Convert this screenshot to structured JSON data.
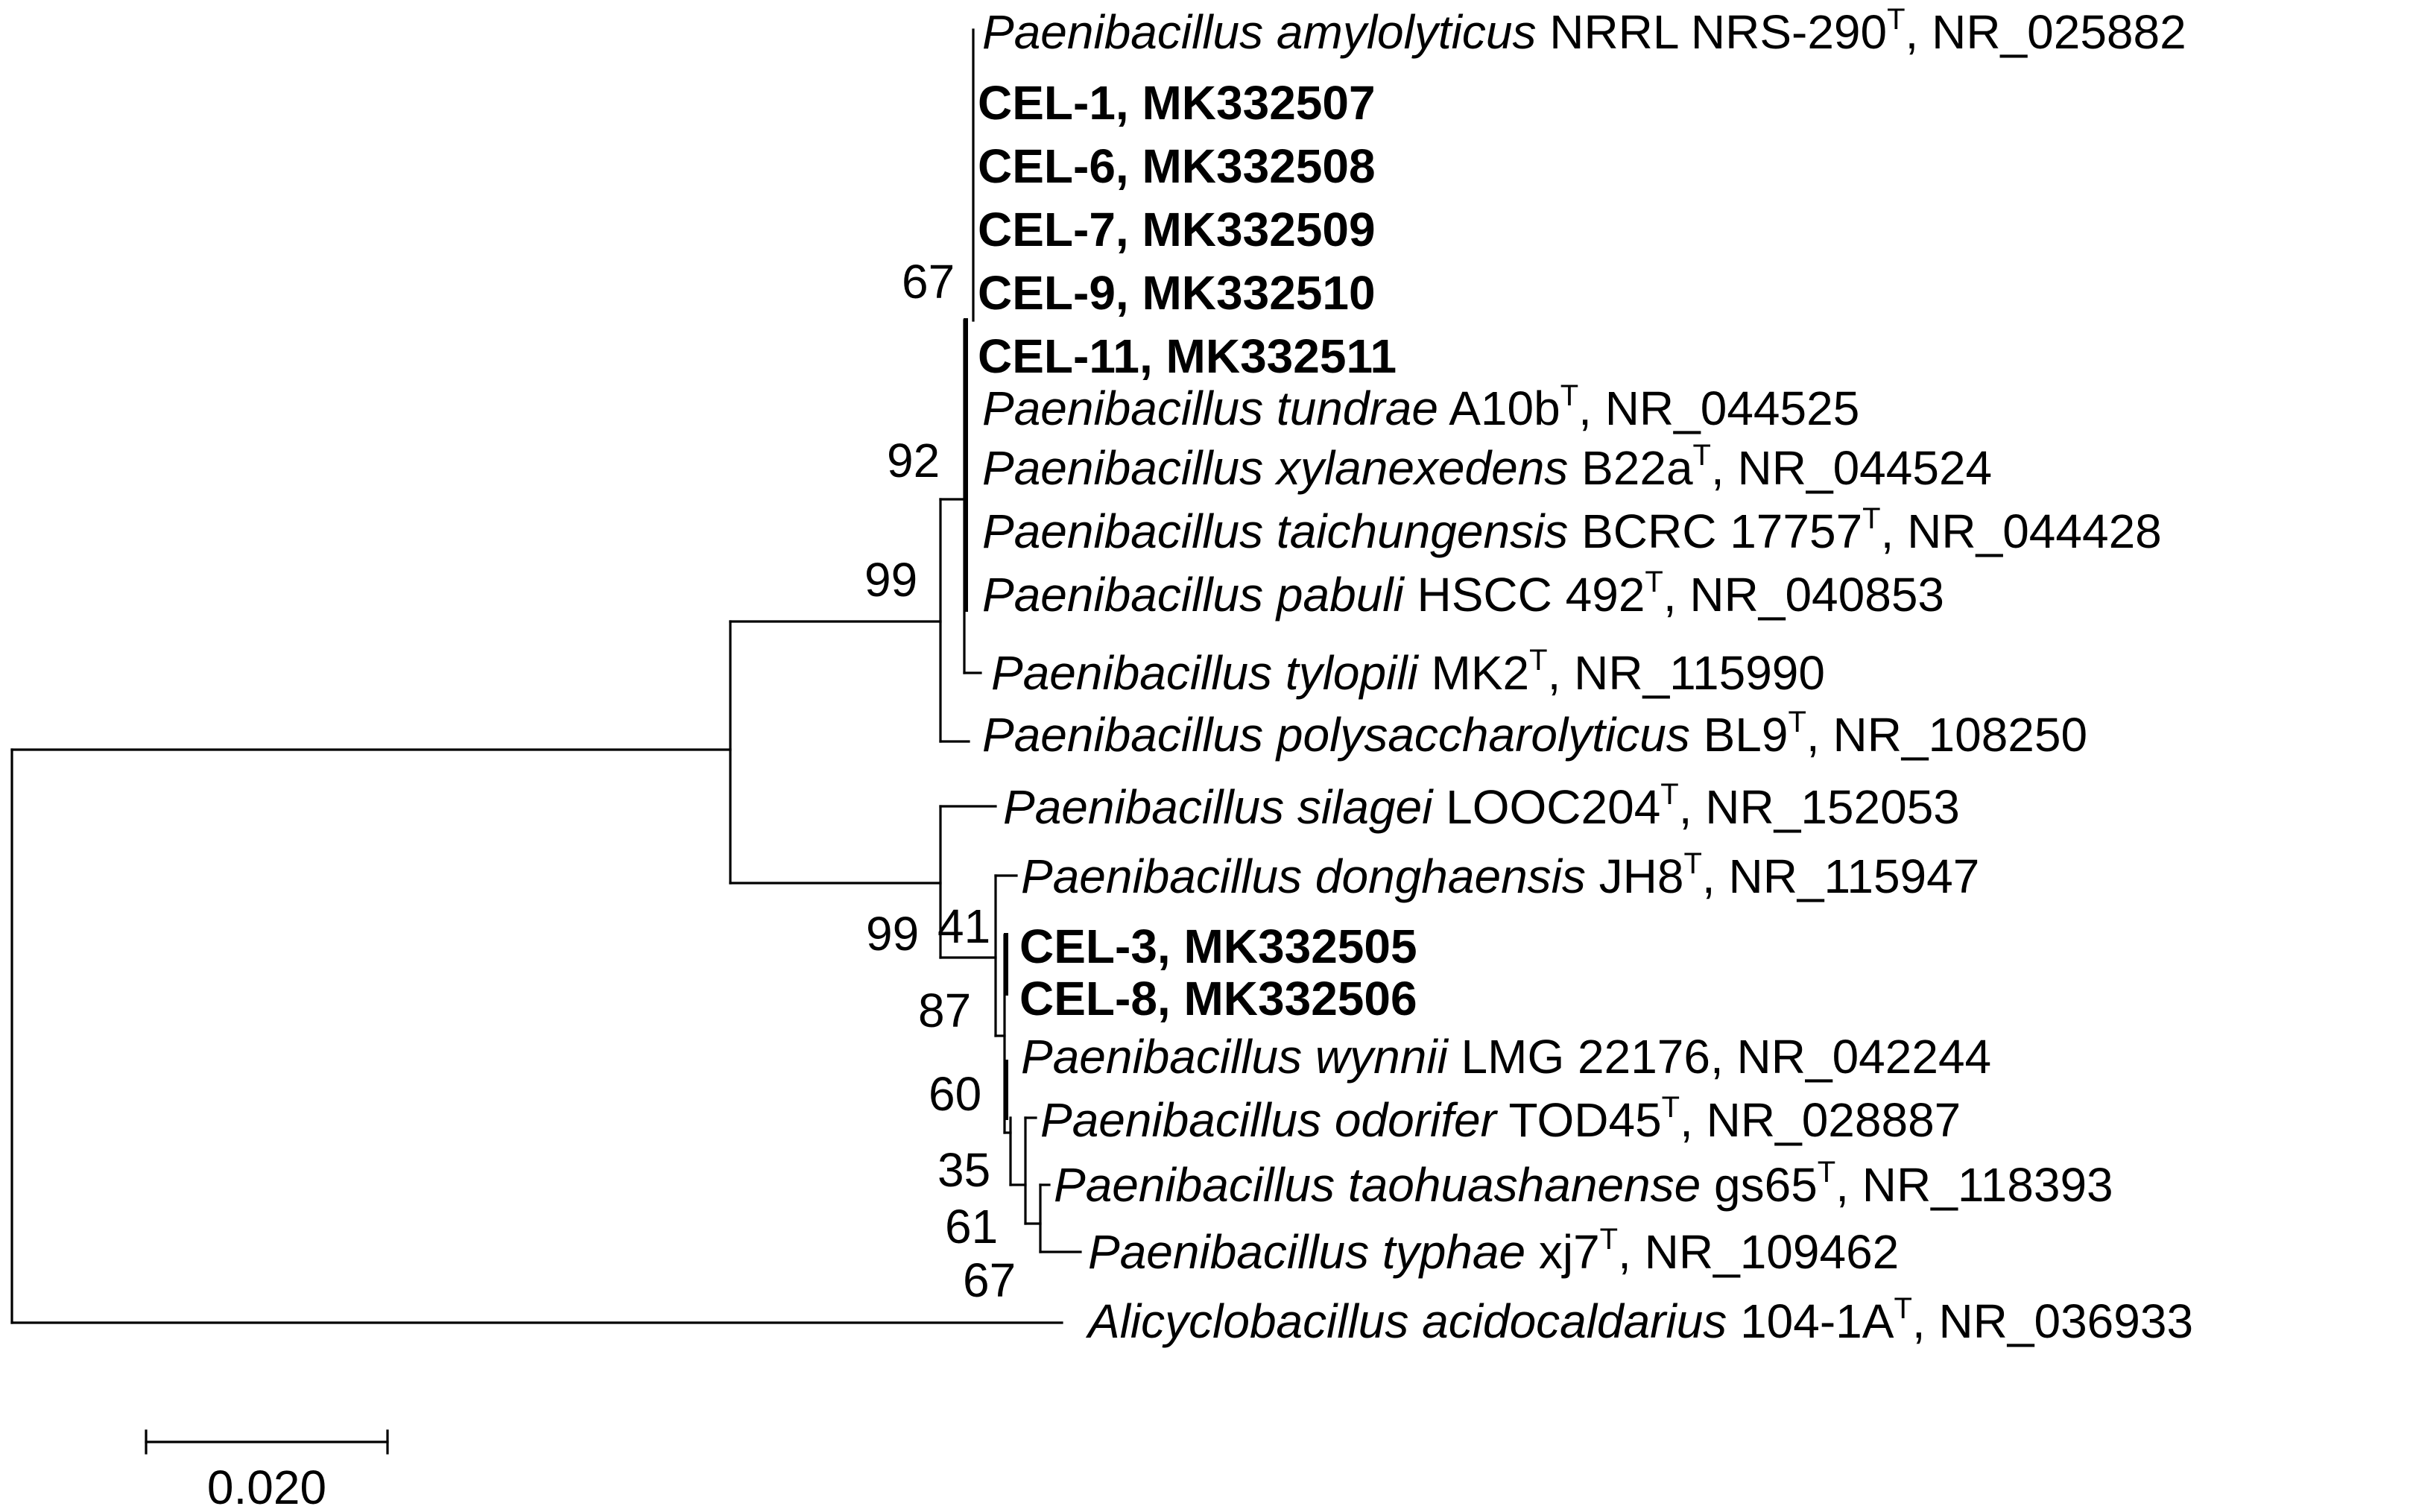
{
  "diagram": {
    "taxa": [
      {
        "id": "amylolyticus",
        "genus": "Paenibacillus",
        "species": "amylolyticus",
        "strain": "NRRL NRS-290",
        "type_strain": true,
        "accession": "NR_025882",
        "isolate": false
      },
      {
        "id": "cel1",
        "label": "CEL-1, MK332507",
        "isolate": true
      },
      {
        "id": "cel6",
        "label": "CEL-6, MK332508",
        "isolate": true
      },
      {
        "id": "cel7",
        "label": "CEL-7, MK332509",
        "isolate": true
      },
      {
        "id": "cel9",
        "label": "CEL-9, MK332510",
        "isolate": true
      },
      {
        "id": "cel11",
        "label": "CEL-11, MK332511",
        "isolate": true
      },
      {
        "id": "tundrae",
        "genus": "Paenibacillus",
        "species": "tundrae",
        "strain": "A10b",
        "type_strain": true,
        "accession": "NR_044525",
        "isolate": false
      },
      {
        "id": "xylanexedens",
        "genus": "Paenibacillus",
        "species": "xylanexedens",
        "strain": "B22a",
        "type_strain": true,
        "accession": "NR_044524",
        "isolate": false
      },
      {
        "id": "taichungensis",
        "genus": "Paenibacillus",
        "species": "taichungensis",
        "strain": "BCRC 17757",
        "type_strain": true,
        "accession": "NR_044428",
        "isolate": false
      },
      {
        "id": "pabuli",
        "genus": "Paenibacillus",
        "species": "pabuli",
        "strain": "HSCC 492",
        "type_strain": true,
        "accession": "NR_040853",
        "isolate": false
      },
      {
        "id": "tylopili",
        "genus": "Paenibacillus",
        "species": "tylopili",
        "strain": "MK2",
        "type_strain": true,
        "accession": "NR_115990",
        "isolate": false
      },
      {
        "id": "polysaccharolyticus",
        "genus": "Paenibacillus",
        "species": "polysaccharolyticus",
        "strain": "BL9",
        "type_strain": true,
        "accession": "NR_108250",
        "isolate": false
      },
      {
        "id": "silagei",
        "genus": "Paenibacillus",
        "species": "silagei",
        "strain": "LOOC204",
        "type_strain": true,
        "accession": "NR_152053",
        "isolate": false
      },
      {
        "id": "donghaensis",
        "genus": "Paenibacillus",
        "species": "donghaensis",
        "strain": "JH8",
        "type_strain": true,
        "accession": "NR_115947",
        "isolate": false
      },
      {
        "id": "cel3",
        "label": "CEL-3, MK332505",
        "isolate": true
      },
      {
        "id": "cel8",
        "label": "CEL-8, MK332506",
        "isolate": true
      },
      {
        "id": "wynnii",
        "genus": "Paenibacillus",
        "species": "wynnii",
        "strain": "LMG 22176",
        "type_strain": false,
        "accession": "NR_042244",
        "isolate": false
      },
      {
        "id": "odorifer",
        "genus": "Paenibacillus",
        "species": "odorifer",
        "strain": "TOD45",
        "type_strain": true,
        "accession": "NR_028887",
        "isolate": false
      },
      {
        "id": "taohuashanense",
        "genus": "Paenibacillus",
        "species": "taohuashanense",
        "strain": "gs65",
        "type_strain": true,
        "accession": "NR_118393",
        "isolate": false
      },
      {
        "id": "typhae",
        "genus": "Paenibacillus",
        "species": "typhae",
        "strain": "xj7",
        "type_strain": true,
        "accession": "NR_109462",
        "isolate": false
      },
      {
        "id": "acidocaldarius",
        "genus": "Alicyclobacillus",
        "species": "acidocaldarius",
        "strain": "104-1A",
        "type_strain": true,
        "accession": "NR_036933",
        "isolate": false
      }
    ],
    "bootstrap_values": {
      "amylolyticus_clade": "67",
      "tundrae_clade": "92",
      "upper_clade": "99",
      "lower_clade": "99",
      "donghaensis_clade": "41",
      "cel3_cel8_clade": "87",
      "wynnii_clade": "60",
      "odorifer_clade": "35",
      "taohuashanense_clade": "61",
      "typhae_clade": "67"
    },
    "type_strain_marker": "T",
    "scale_bar": {
      "label": "0.020",
      "length": 0.02
    }
  }
}
